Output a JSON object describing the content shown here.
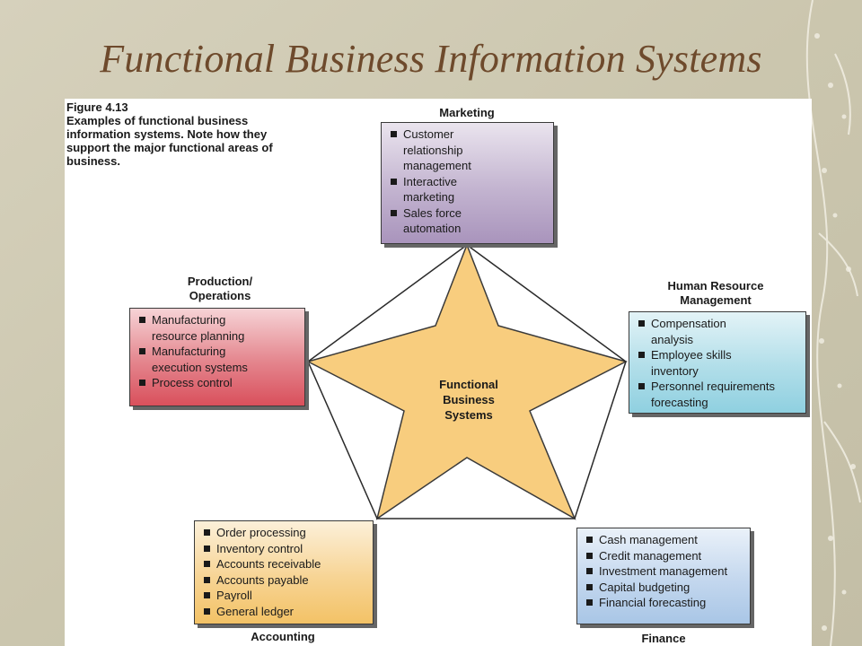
{
  "slide": {
    "title": "Functional Business Information Systems"
  },
  "figure": {
    "caption_lines": [
      "Figure 4.13",
      "Examples of functional business",
      "information systems. Note how they",
      "support the major functional areas of",
      "business."
    ],
    "center_label_lines": [
      "Functional",
      "Business",
      "Systems"
    ],
    "colors": {
      "star": "#f8cd7e",
      "marketing": "#a994bc",
      "production": "#d9505c",
      "hrm": "#8fd0e0",
      "accounting": "#f3c266",
      "finance": "#a9c6e6"
    },
    "areas": {
      "marketing": {
        "label_lines": [
          "Marketing"
        ],
        "items": [
          [
            "Customer",
            "relationship",
            "management"
          ],
          [
            "Interactive",
            "marketing"
          ],
          [
            "Sales force",
            "automation"
          ]
        ]
      },
      "production": {
        "label_lines": [
          "Production/",
          "Operations"
        ],
        "items": [
          [
            "Manufacturing",
            "resource planning"
          ],
          [
            "Manufacturing",
            "execution systems"
          ],
          [
            "Process control"
          ]
        ]
      },
      "hrm": {
        "label_lines": [
          "Human Resource",
          "Management"
        ],
        "items": [
          [
            "Compensation",
            "analysis"
          ],
          [
            "Employee skills",
            "inventory"
          ],
          [
            "Personnel requirements",
            "forecasting"
          ]
        ]
      },
      "accounting": {
        "label_lines": [
          "Accounting"
        ],
        "items": [
          [
            "Order processing"
          ],
          [
            "Inventory control"
          ],
          [
            "Accounts receivable"
          ],
          [
            "Accounts payable"
          ],
          [
            "Payroll"
          ],
          [
            "General ledger"
          ]
        ]
      },
      "finance": {
        "label_lines": [
          "Finance"
        ],
        "items": [
          [
            "Cash management"
          ],
          [
            "Credit management"
          ],
          [
            "Investment management"
          ],
          [
            "Capital budgeting"
          ],
          [
            "Financial forecasting"
          ]
        ]
      }
    }
  }
}
